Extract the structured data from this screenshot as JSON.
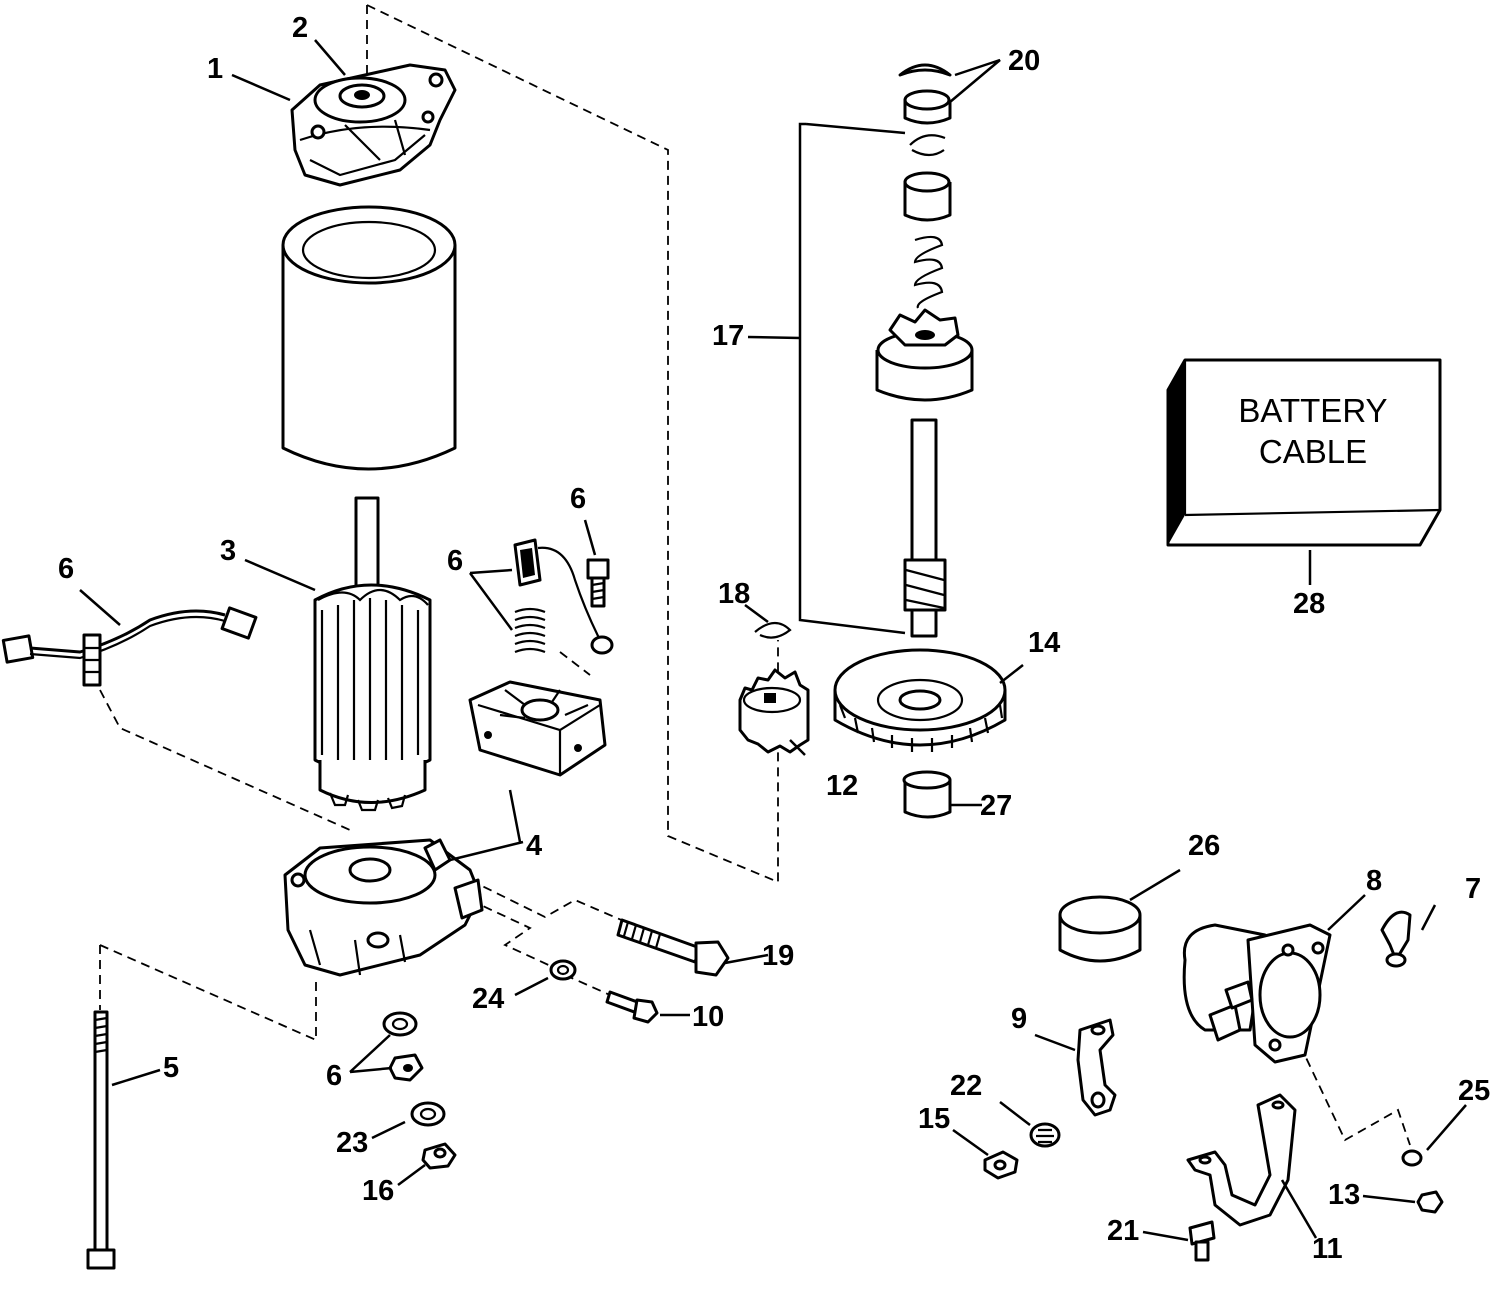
{
  "callouts": [
    {
      "id": "c1",
      "label": "1"
    },
    {
      "id": "c2",
      "label": "2"
    },
    {
      "id": "c3",
      "label": "3"
    },
    {
      "id": "c4",
      "label": "4"
    },
    {
      "id": "c5",
      "label": "5"
    },
    {
      "id": "c6a",
      "label": "6"
    },
    {
      "id": "c6b",
      "label": "6"
    },
    {
      "id": "c6c",
      "label": "6"
    },
    {
      "id": "c6d",
      "label": "6"
    },
    {
      "id": "c7",
      "label": "7"
    },
    {
      "id": "c8",
      "label": "8"
    },
    {
      "id": "c9",
      "label": "9"
    },
    {
      "id": "c10",
      "label": "10"
    },
    {
      "id": "c11",
      "label": "11"
    },
    {
      "id": "c12",
      "label": "12"
    },
    {
      "id": "c13",
      "label": "13"
    },
    {
      "id": "c14",
      "label": "14"
    },
    {
      "id": "c15",
      "label": "15"
    },
    {
      "id": "c16",
      "label": "16"
    },
    {
      "id": "c17",
      "label": "17"
    },
    {
      "id": "c18",
      "label": "18"
    },
    {
      "id": "c19",
      "label": "19"
    },
    {
      "id": "c20",
      "label": "20"
    },
    {
      "id": "c21",
      "label": "21"
    },
    {
      "id": "c22",
      "label": "22"
    },
    {
      "id": "c23",
      "label": "23"
    },
    {
      "id": "c24",
      "label": "24"
    },
    {
      "id": "c25",
      "label": "25"
    },
    {
      "id": "c26",
      "label": "26"
    },
    {
      "id": "c27",
      "label": "27"
    },
    {
      "id": "c28",
      "label": "28"
    }
  ],
  "battery_box": {
    "line1": "BATTERY",
    "line2": "CABLE"
  }
}
